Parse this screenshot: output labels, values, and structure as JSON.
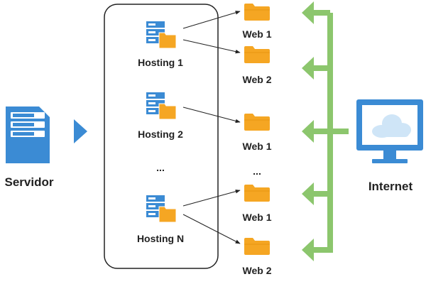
{
  "diagram": {
    "server_label": "Servidor",
    "internet_label": "Internet",
    "ellipsis": "...",
    "hostings": [
      {
        "label": "Hosting 1"
      },
      {
        "label": "Hosting 2"
      },
      {
        "label": "Hosting N"
      }
    ],
    "webs": [
      {
        "label": "Web 1"
      },
      {
        "label": "Web 2"
      },
      {
        "label": "Web 1"
      },
      {
        "label": "Web 1"
      },
      {
        "label": "Web 2"
      }
    ],
    "colors": {
      "server_blue": "#3b8bd4",
      "folder_orange": "#f5a623",
      "arrow_green": "#8cc66d",
      "cloud": "#d6eaf8"
    },
    "icons": {
      "server": "server-icon",
      "hosting": "server-folder-icon",
      "web": "folder-icon",
      "internet": "monitor-cloud-icon"
    }
  }
}
